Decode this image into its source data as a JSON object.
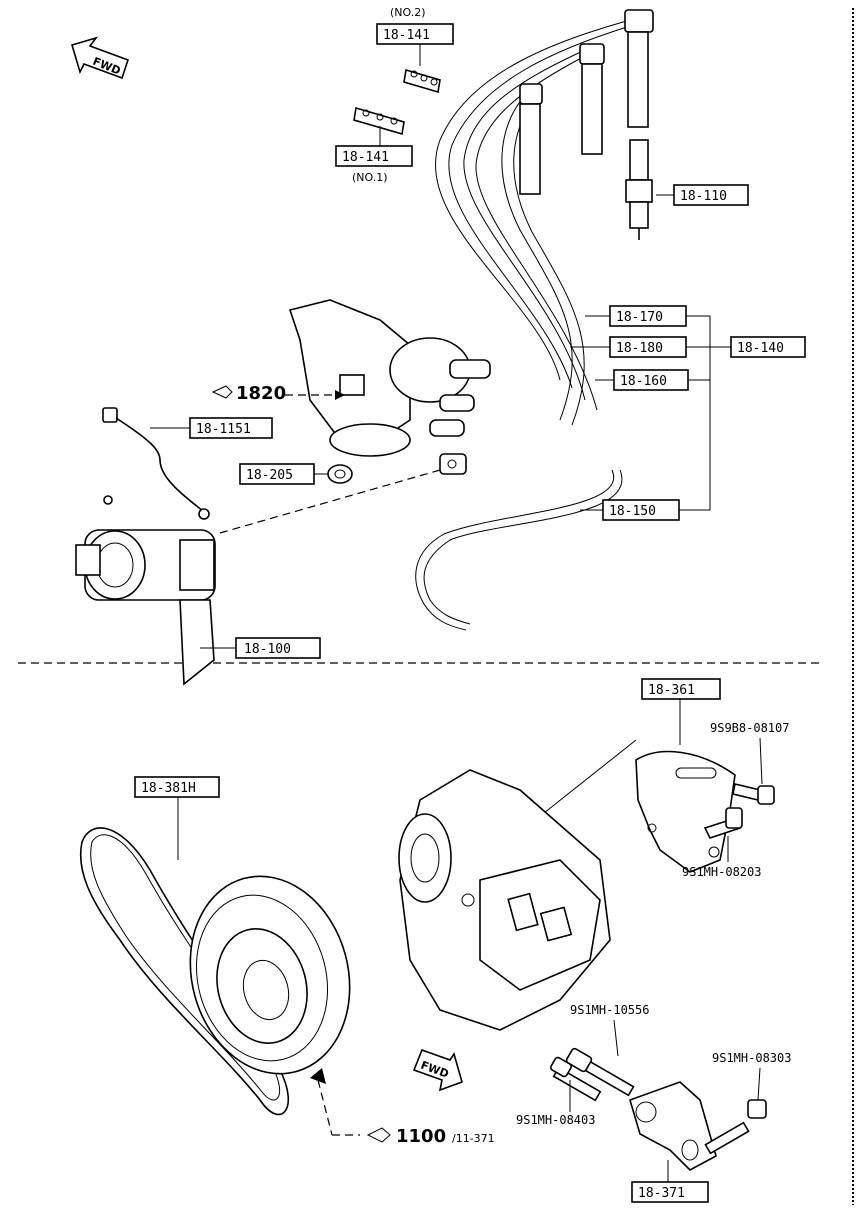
{
  "fwd_top": "FWD",
  "fwd_bottom": "FWD",
  "callouts": {
    "c_18_141_no2": "18-141",
    "c_18_141_no2_note": "(NO.2)",
    "c_18_141_no1": "18-141",
    "c_18_141_no1_note": "(NO.1)",
    "c_18_110": "18-110",
    "c_18_170": "18-170",
    "c_18_180": "18-180",
    "c_18_160": "18-160",
    "c_18_140": "18-140",
    "c_18_150": "18-150",
    "c_18_1151": "18-1151",
    "c_18_205": "18-205",
    "c_18_100": "18-100",
    "c_18_361": "18-361",
    "c_18_381h": "18-381H",
    "c_18_371": "18-371"
  },
  "refs": {
    "r_1820": "1820",
    "r_1100": "1100",
    "r_1100_sub": "/11-371"
  },
  "part_numbers": {
    "p_9s9b8_08107": "9S9B8-08107",
    "p_9s1mh_08203": "9S1MH-08203",
    "p_9s1mh_10556": "9S1MH-10556",
    "p_9s1mh_08303": "9S1MH-08303",
    "p_9s1mh_08403": "9S1MH-08403"
  }
}
